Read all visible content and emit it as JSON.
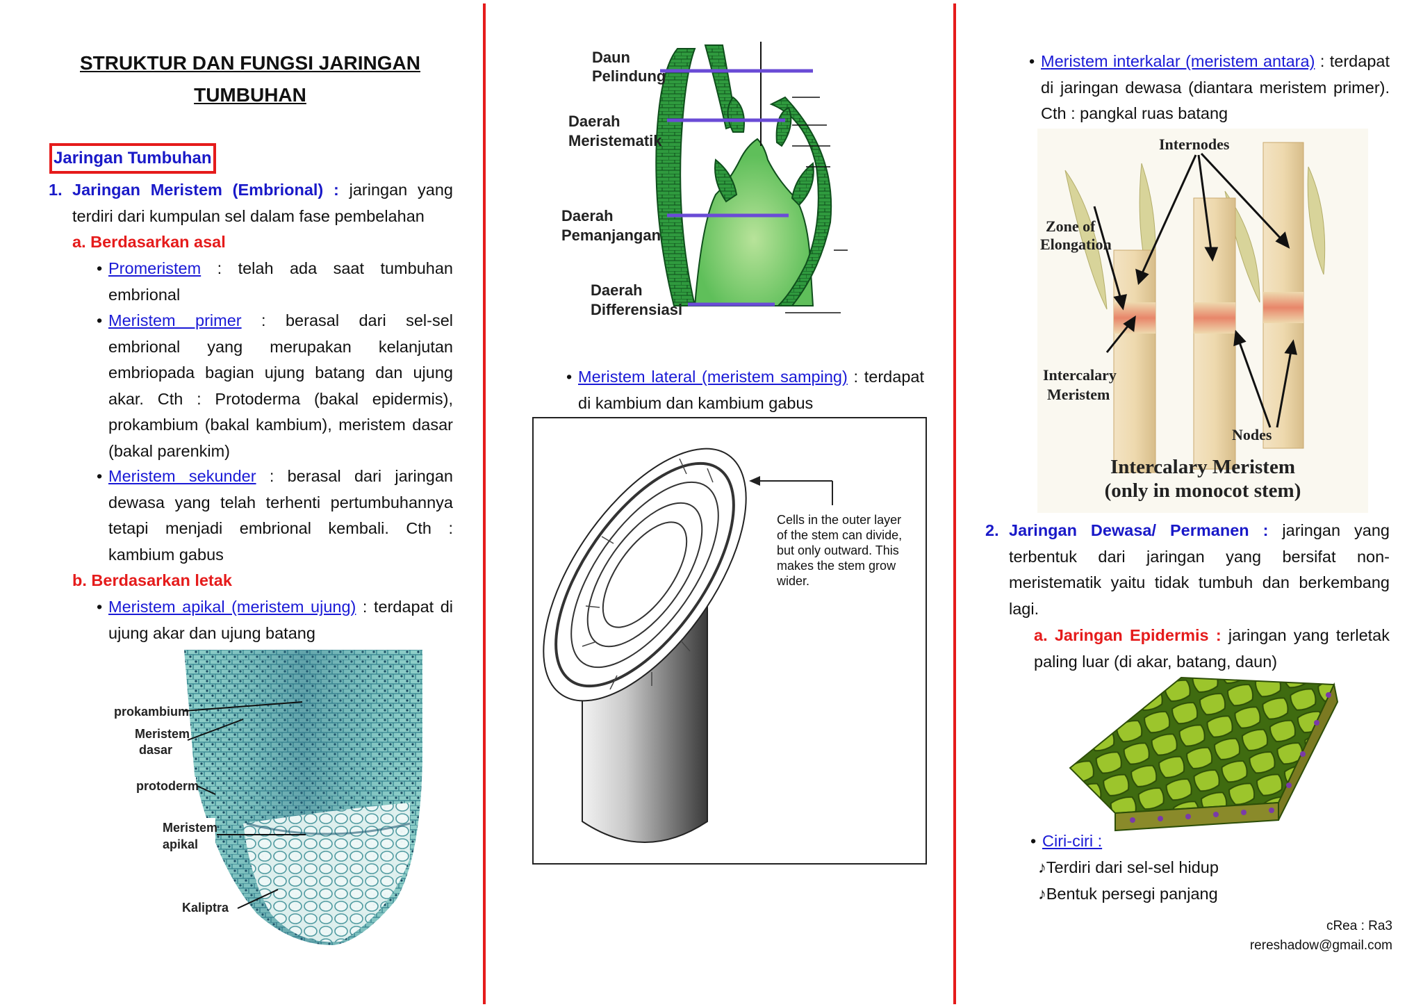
{
  "col1": {
    "title": "STRUKTUR DAN FUNGSI JARINGAN TUMBUHAN",
    "section_heading": "Jaringan Tumbuhan",
    "item1_num": "1.",
    "item1_title": "Jaringan Meristem (Embrional) :",
    "item1_text": " jaringan yang terdiri dari kumpulan sel dalam fase pembelahan",
    "sub_a": "a.  Berdasarkan asal",
    "promeristem_link": "Promeristem",
    "promeristem_text": " : telah ada saat tumbuhan embrional",
    "primer_link": "Meristem primer",
    "primer_text": " : berasal dari sel-sel embrional yang merupakan kelanjutan embriopada bagian ujung batang dan ujung akar. Cth : Protoderma (bakal epidermis), prokambium (bakal kambium), meristem dasar (bakal parenkim)",
    "sekunder_link": "Meristem sekunder",
    "sekunder_text": " : berasal dari jaringan dewasa yang telah terhenti pertumbuhannya tetapi menjadi embrional kembali. Cth : kambium gabus",
    "sub_b": "b.  Berdasarkan letak",
    "apikal_link": "Meristem apikal (meristem ujung)",
    "apikal_text": " : terdapat di ujung akar dan ujung batang",
    "root_labels": {
      "prokambium": "prokambium",
      "meristem": "Meristem",
      "dasar": "dasar",
      "protoderm": "protoderm",
      "meristem2": "Meristem",
      "apikal": "apikal",
      "kaliptra": "Kaliptra"
    }
  },
  "col2": {
    "shoot_labels": {
      "daun": "Daun",
      "pelindung": "Pelindung",
      "daerah1": "Daerah",
      "meristematik": "Meristematik",
      "daerah2": "Daerah",
      "pemanjangan": "Pemanjangan",
      "daerah3": "Daerah",
      "differensiasi": "Differensiasi"
    },
    "lateral_link": "Meristem lateral (meristem samping)",
    "lateral_text": " : terdapat di kambium dan kambium gabus",
    "stem_caption": [
      "Cells in the outer layer",
      "of the stem can divide,",
      "but only outward.  This",
      "makes the stem grow",
      "wider."
    ]
  },
  "col3": {
    "interkalar_link": "Meristem interkalar (meristem antara)",
    "interkalar_text": " : terdapat di jaringan dewasa (diantara meristem primer). Cth : pangkal ruas batang",
    "intercalary_labels": {
      "internodes": "Internodes",
      "zone_of": "Zone of",
      "elongation": "Elongation",
      "intercalary": "Intercalary",
      "meristem": "Meristem",
      "nodes": "Nodes",
      "title1": "Intercalary Meristem",
      "title2": "(only in monocot stem)"
    },
    "item2_num": "2.",
    "item2_title": "Jaringan Dewasa/ Permanen :",
    "item2_text": " jaringan yang terbentuk dari jaringan yang bersifat non-meristematik yaitu tidak tumbuh dan berkembang lagi.",
    "sub_a_title": "a.  Jaringan Epidermis :",
    "sub_a_text": " jaringan yang terletak paling luar (di akar, batang, daun)",
    "ciri_link": "Ciri-ciri :",
    "ciri_items": [
      "Terdiri dari sel-sel hidup",
      "Bentuk persegi panjang"
    ],
    "credit": "cRea : Ra3",
    "email": "rereshadow@gmail.com"
  },
  "colors": {
    "divider": "#e51b1b",
    "heading_blue": "#1919c8",
    "heading_red": "#e51b1b",
    "link": "#1a1ad6"
  }
}
